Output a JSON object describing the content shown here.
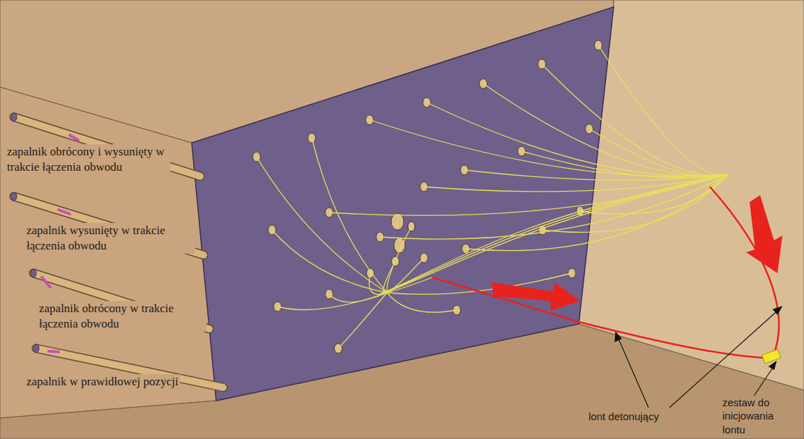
{
  "diagram": {
    "labels": [
      "zapalnik obrócony i wysunięty w trakcie łączenia obwodu",
      "zapalnik wysunięty w trakcie łączenia obwodu",
      "zapalnik obrócony w trakcie łączenia obwodu",
      "zapalnik w prawidłowej pozycji",
      "lont detonujący",
      "zestaw do inicjowania lontu"
    ]
  }
}
